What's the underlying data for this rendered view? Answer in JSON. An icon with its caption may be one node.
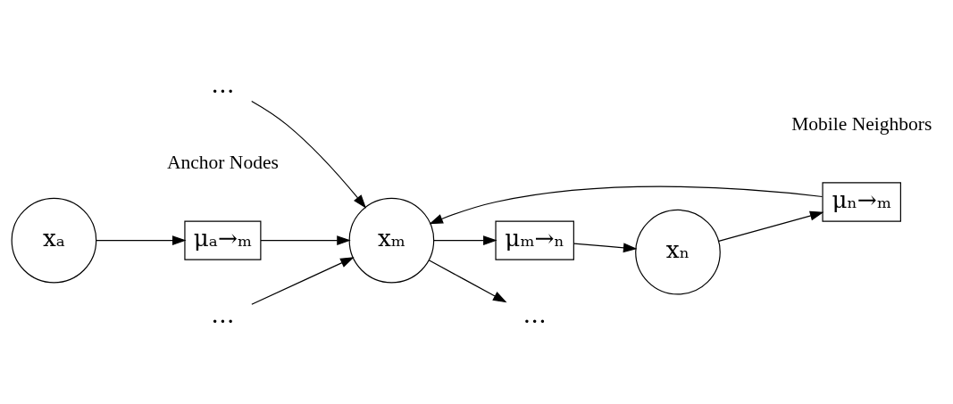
{
  "diagram": {
    "nodes": [
      {
        "text": [
          "…"
        ]
      },
      {
        "text": [
          "μₙ→ₘ"
        ]
      },
      {
        "text": [
          "xₐ"
        ]
      },
      {
        "text": [
          "μₐ→ₘ"
        ]
      },
      {
        "text": [
          "xₘ"
        ]
      },
      {
        "text": [
          "xₙ"
        ]
      },
      {
        "text": [
          "μₘ→ₙ"
        ]
      },
      {
        "text": [
          "…"
        ]
      },
      {
        "text": [
          "…"
        ]
      }
    ],
    "edges": [
      {
        "from": 2,
        "to": 3,
        "arrow": "to"
      },
      {
        "from": 3,
        "to": 4,
        "arrow": "to"
      },
      {
        "from": 0,
        "to": 4,
        "arrow": "to"
      },
      {
        "from": 7,
        "to": 4,
        "arrow": "to"
      },
      {
        "from": 1,
        "to": 4,
        "arrow": "to"
      },
      {
        "from": 5,
        "to": 1,
        "arrow": "to"
      },
      {
        "from": 4,
        "to": 6,
        "arrow": "to"
      },
      {
        "from": 6,
        "to": 5,
        "arrow": "to"
      },
      {
        "from": 4,
        "to": 8,
        "arrow": "to"
      }
    ],
    "labels": [
      "Anchor Nodes",
      "Mobile Neighbors"
    ]
  }
}
